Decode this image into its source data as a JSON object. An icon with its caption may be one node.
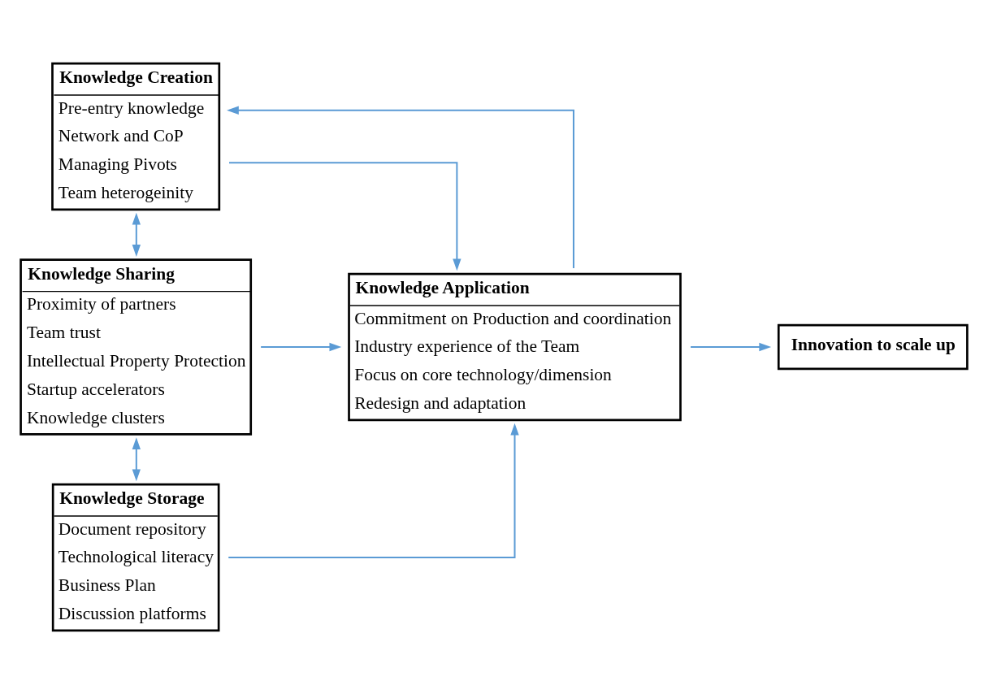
{
  "diagram": {
    "nodes": [
      {
        "text": [
          "Knowledge Creation",
          "Pre-entry knowledge",
          "Network and CoP",
          "Managing Pivots",
          "Team heterogeinity"
        ]
      },
      {
        "text": [
          "Knowledge Sharing",
          "Proximity of partners",
          "Team trust",
          "Intellectual Property Protection",
          "Startup accelerators",
          "Knowledge clusters"
        ]
      },
      {
        "text": [
          "Knowledge Storage",
          "Document repository",
          "Technological literacy",
          "Business Plan",
          "Discussion platforms"
        ]
      },
      {
        "text": [
          "Knowledge Application",
          "Commitment on Production and coordination",
          "Industry experience of the Team",
          "Focus on core technology/dimension",
          "Redesign and adaptation"
        ]
      },
      {
        "text": [
          "Innovation to scale up"
        ]
      }
    ],
    "edges": [
      {
        "from": 0,
        "to": 1,
        "arrow": "both"
      },
      {
        "from": 1,
        "to": 2,
        "arrow": "both"
      },
      {
        "from": 0,
        "to": 3,
        "arrow": "to"
      },
      {
        "from": 1,
        "to": 3,
        "arrow": "to"
      },
      {
        "from": 2,
        "to": 3,
        "arrow": "to"
      },
      {
        "from": 3,
        "to": 0,
        "arrow": "to"
      },
      {
        "from": 3,
        "to": 4,
        "arrow": "to"
      }
    ]
  }
}
